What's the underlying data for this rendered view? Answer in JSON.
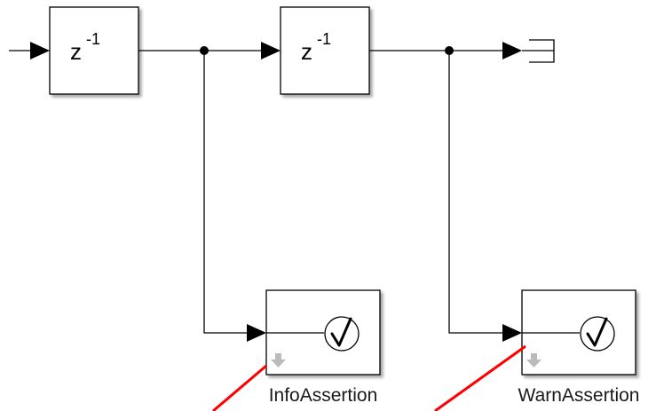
{
  "blocks": {
    "delay1": {
      "label": "z",
      "exponent": "-1",
      "type": "unit-delay"
    },
    "delay2": {
      "label": "z",
      "exponent": "-1",
      "type": "unit-delay"
    },
    "info_assertion": {
      "name": "InfoAssertion",
      "type": "assertion"
    },
    "warn_assertion": {
      "name": "WarnAssertion",
      "type": "assertion"
    }
  },
  "colors": {
    "line": "#000000",
    "highlight": "#ff0000",
    "disabled_arrow": "#bbbbbb"
  },
  "icons": {
    "check": "check-mark-icon",
    "terminator": "terminator-icon",
    "down_arrow": "down-arrow-icon"
  }
}
